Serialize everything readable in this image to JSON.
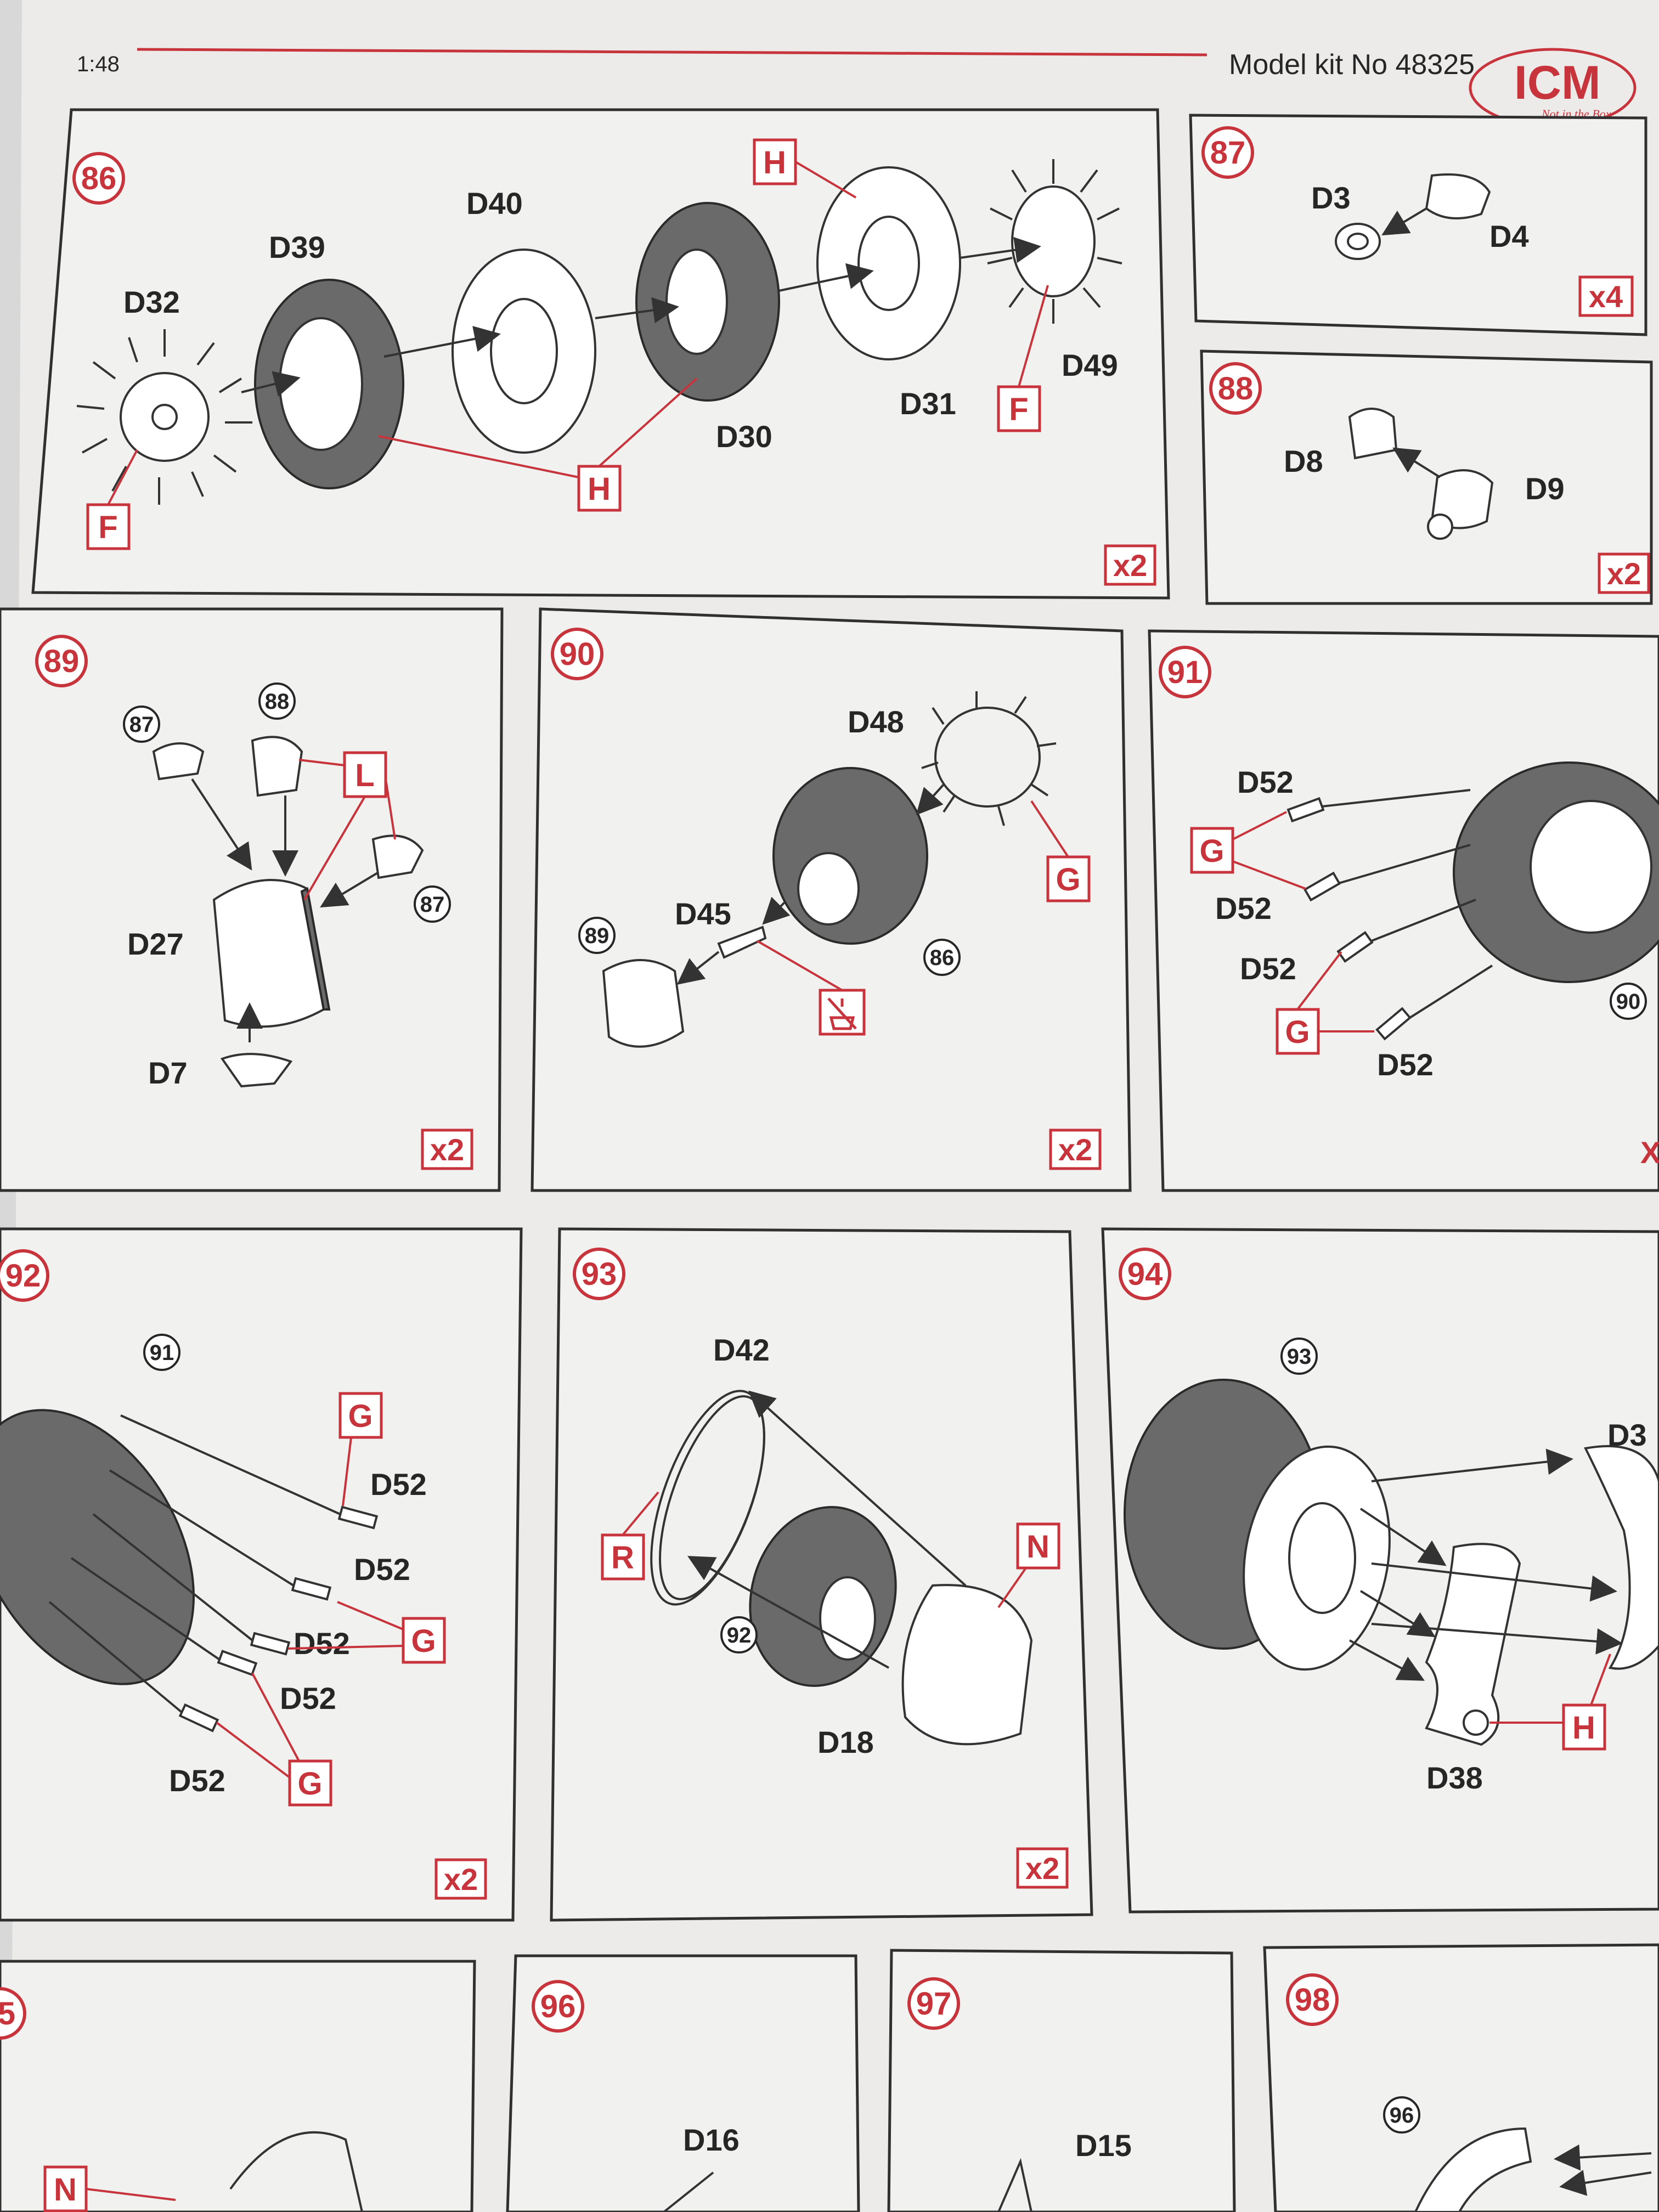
{
  "header": {
    "scale": "1:48",
    "kit_number": "Model kit No 48325",
    "brand": "ICM",
    "tagline": "Not in the Box"
  },
  "steps": [
    {
      "id": "86",
      "parts": [
        "D32",
        "D39",
        "D40",
        "D30",
        "D31",
        "D49"
      ],
      "paints": [
        "H",
        "H",
        "F",
        "F"
      ],
      "multiplier": "x2"
    },
    {
      "id": "87",
      "parts": [
        "D3",
        "D4"
      ],
      "multiplier": "x4"
    },
    {
      "id": "88",
      "parts": [
        "D8",
        "D9"
      ],
      "multiplier": "x2"
    },
    {
      "id": "89",
      "parts": [
        "D27",
        "D7"
      ],
      "refs": [
        "87",
        "88",
        "87"
      ],
      "paints": [
        "L"
      ],
      "multiplier": "x2"
    },
    {
      "id": "90",
      "parts": [
        "D48",
        "D45"
      ],
      "refs": [
        "89",
        "86"
      ],
      "paints": [
        "G"
      ],
      "multiplier": "x2"
    },
    {
      "id": "91",
      "parts": [
        "D52",
        "D52",
        "D52",
        "D52"
      ],
      "refs": [
        "90"
      ],
      "paints": [
        "G",
        "G"
      ],
      "multiplier": "X"
    },
    {
      "id": "92",
      "parts": [
        "D52",
        "D52",
        "D52",
        "D52",
        "D52"
      ],
      "refs": [
        "91"
      ],
      "paints": [
        "G",
        "G",
        "G"
      ],
      "multiplier": "x2"
    },
    {
      "id": "93",
      "parts": [
        "D42",
        "D18"
      ],
      "refs": [
        "92"
      ],
      "paints": [
        "R",
        "N"
      ],
      "multiplier": "x2"
    },
    {
      "id": "94",
      "parts": [
        "D3",
        "D38"
      ],
      "refs": [
        "93"
      ],
      "paints": [
        "H"
      ]
    },
    {
      "id": "5",
      "paints": [
        "N"
      ]
    },
    {
      "id": "96",
      "parts": [
        "D16"
      ]
    },
    {
      "id": "97",
      "parts": [
        "D15"
      ]
    },
    {
      "id": "98",
      "refs": [
        "96"
      ]
    }
  ],
  "colors": {
    "accent_red": "#c8343c",
    "ink": "#262626",
    "paper": "#f1f1f0"
  },
  "icons": {
    "glue": "glue-icon",
    "arrow": "assembly-arrow-icon"
  }
}
